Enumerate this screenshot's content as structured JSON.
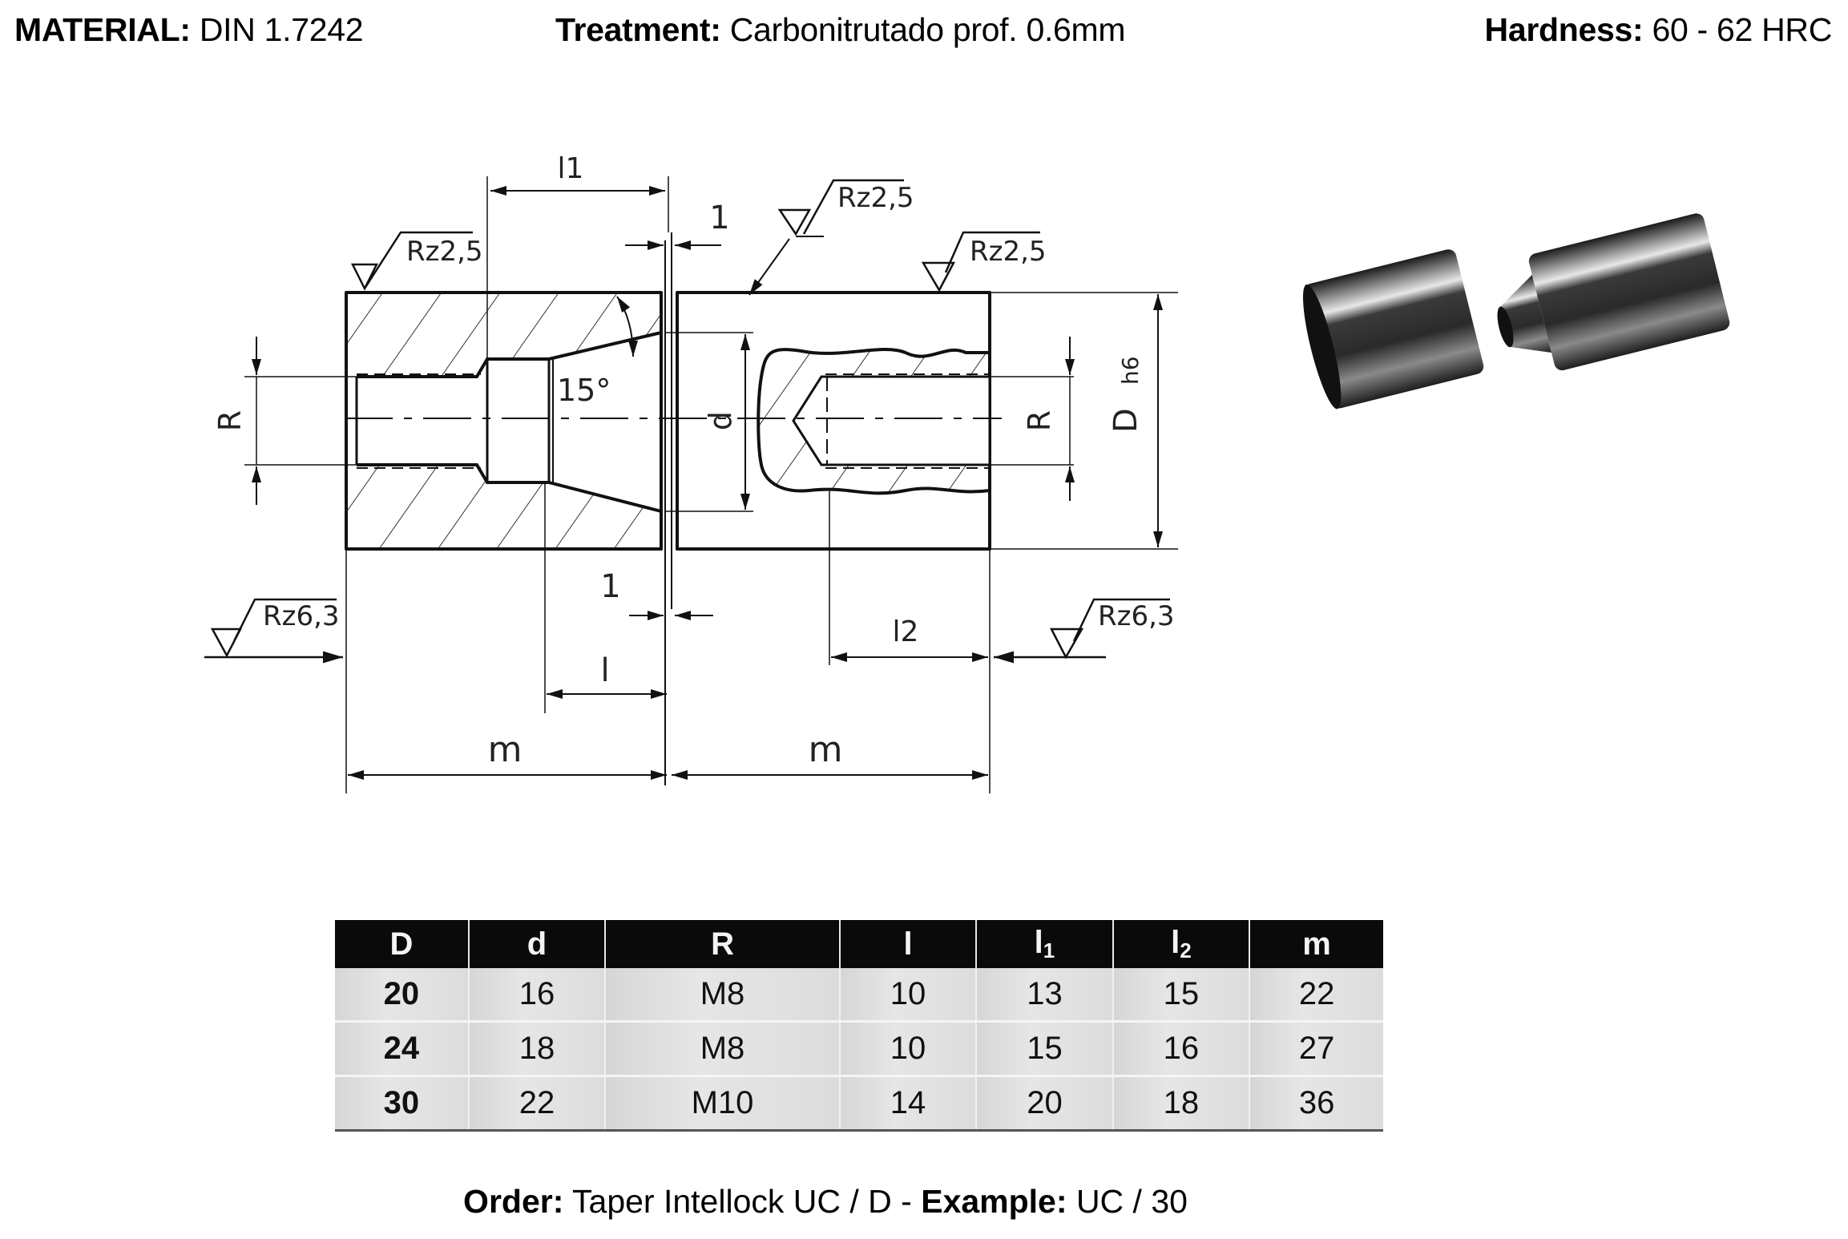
{
  "header": {
    "material": {
      "label": "MATERIAL:",
      "value": "DIN 1.7242"
    },
    "treatment": {
      "label": "Treatment:",
      "value": "Carbonitrutado prof. 0.6mm"
    },
    "hardness": {
      "label": "Hardness:",
      "value": "60 - 62 HRC"
    }
  },
  "drawing": {
    "roughness_top_left": "Rz2,5",
    "roughness_taper": "Rz2,5",
    "roughness_top_right": "Rz2,5",
    "roughness_bottom_left": "Rz6,3",
    "roughness_bottom_right": "Rz6,3",
    "dim_l1": "l1",
    "dim_gap_top": "1",
    "dim_gap_bottom": "1",
    "angle": "15°",
    "dim_R_left": "R",
    "dim_R_right": "R",
    "dim_d": "d",
    "dim_D": "D",
    "dim_D_tol": "h6",
    "dim_l": "l",
    "dim_l2": "l2",
    "dim_m_left": "m",
    "dim_m_right": "m"
  },
  "photo": {
    "icon": "taper-intellock-photo"
  },
  "table": {
    "headers": [
      {
        "main": "D",
        "sub": ""
      },
      {
        "main": "d",
        "sub": ""
      },
      {
        "main": "R",
        "sub": ""
      },
      {
        "main": "l",
        "sub": ""
      },
      {
        "main": "l",
        "sub": "1"
      },
      {
        "main": "l",
        "sub": "2"
      },
      {
        "main": "m",
        "sub": ""
      }
    ],
    "rows": [
      [
        "20",
        "16",
        "M8",
        "10",
        "13",
        "15",
        "22"
      ],
      [
        "24",
        "18",
        "M8",
        "10",
        "15",
        "16",
        "27"
      ],
      [
        "30",
        "22",
        "M10",
        "14",
        "20",
        "18",
        "36"
      ]
    ]
  },
  "footer": {
    "order_label": "Order:",
    "order_value": "Taper Intellock UC / D -",
    "example_label": "Example:",
    "example_value": "UC / 30"
  }
}
